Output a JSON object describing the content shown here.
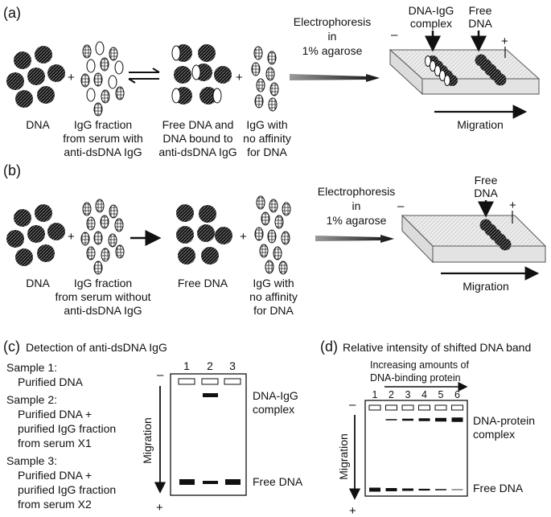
{
  "panel_a": {
    "label": "(a)",
    "dna": "DNA",
    "plus1": "+",
    "igg_line1": "IgG fraction",
    "igg_line2": "from serum with",
    "igg_line3": "anti-dsDNA IgG",
    "bound_line1": "Free DNA and",
    "bound_line2": "DNA bound to",
    "bound_line3": "anti-dsDNA IgG",
    "plus2": "+",
    "noaff_line1": "IgG with",
    "noaff_line2": "no affinity",
    "noaff_line3": "for DNA",
    "electro_line1": "Electrophoresis",
    "electro_line2": "in",
    "electro_line3": "1% agarose",
    "complex_line1": "DNA-IgG",
    "complex_line2": "complex",
    "free_line1": "Free",
    "free_line2": "DNA",
    "minus": "–",
    "plus_pole": "+",
    "migration": "Migration"
  },
  "panel_b": {
    "label": "(b)",
    "dna": "DNA",
    "plus1": "+",
    "igg_line1": "IgG fraction",
    "igg_line2": "from serum without",
    "igg_line3": "anti-dsDNA IgG",
    "free": "Free DNA",
    "plus2": "+",
    "noaff_line1": "IgG with",
    "noaff_line2": "no affinity",
    "noaff_line3": "for DNA",
    "electro_line1": "Electrophoresis",
    "electro_line2": "in",
    "electro_line3": "1% agarose",
    "free_line1": "Free",
    "free_line2": "DNA",
    "minus": "–",
    "plus_pole": "+",
    "migration": "Migration"
  },
  "panel_c": {
    "label": "(c)",
    "title": "Detection of anti-dsDNA IgG",
    "s1_title": "Sample 1:",
    "s1_line1": "Purified DNA",
    "s2_title": "Sample 2:",
    "s2_line1": "Purified DNA +",
    "s2_line2": "purified IgG fraction",
    "s2_line3": "from serum X1",
    "s3_title": "Sample 3:",
    "s3_line1": "Purified DNA +",
    "s3_line2": "purified IgG fraction",
    "s3_line3": "from serum X2",
    "lanes": [
      "1",
      "2",
      "3"
    ],
    "minus": "–",
    "plus_pole": "+",
    "migration": "Migration",
    "complex_line1": "DNA-IgG",
    "complex_line2": "complex",
    "free": "Free DNA"
  },
  "panel_d": {
    "label": "(d)",
    "title": "Relative intensity of shifted DNA band",
    "increasing_line1": "Increasing amounts of",
    "increasing_line2": "DNA-binding protein",
    "lanes": [
      "1",
      "2",
      "3",
      "4",
      "5",
      "6"
    ],
    "minus": "–",
    "plus_pole": "+",
    "migration": "Migration",
    "complex_line1": "DNA-protein",
    "complex_line2": "complex",
    "free": "Free DNA"
  }
}
